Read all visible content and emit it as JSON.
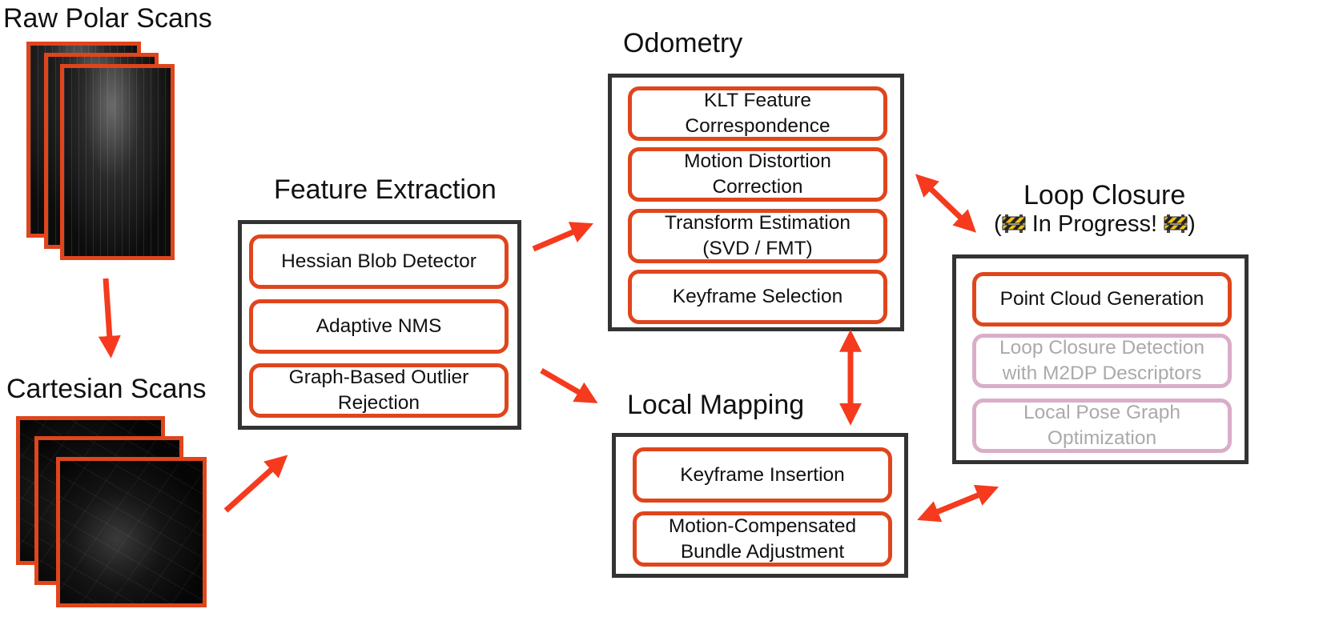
{
  "titles": {
    "raw_polar": "Raw Polar Scans",
    "cartesian": "Cartesian Scans",
    "feature_extraction": "Feature Extraction",
    "odometry": "Odometry",
    "local_mapping": "Local Mapping",
    "loop_closure": "Loop Closure",
    "loop_closure_status": "In Progress!"
  },
  "feature_extraction": {
    "items": [
      "Hessian Blob Detector",
      "Adaptive NMS",
      "Graph-Based Outlier\nRejection"
    ]
  },
  "odometry": {
    "items": [
      "KLT Feature\nCorrespondence",
      "Motion Distortion\nCorrection",
      "Transform Estimation\n(SVD / FMT)",
      "Keyframe Selection"
    ]
  },
  "local_mapping": {
    "items": [
      "Keyframe Insertion",
      "Motion-Compensated\nBundle Adjustment"
    ]
  },
  "loop_closure": {
    "items": [
      {
        "label": "Point Cloud Generation",
        "active": true
      },
      {
        "label": "Loop Closure Detection\nwith M2DP Descriptors",
        "active": false
      },
      {
        "label": "Local Pose Graph\nOptimization",
        "active": false
      }
    ]
  },
  "icons": {
    "status_icon": "construction-barrier-icon"
  },
  "colors": {
    "accent": "#e0451c",
    "arrow": "#f53a1e",
    "box_border": "#333333",
    "inactive_border": "#d8aec8",
    "inactive_text": "#aaaaaa"
  }
}
